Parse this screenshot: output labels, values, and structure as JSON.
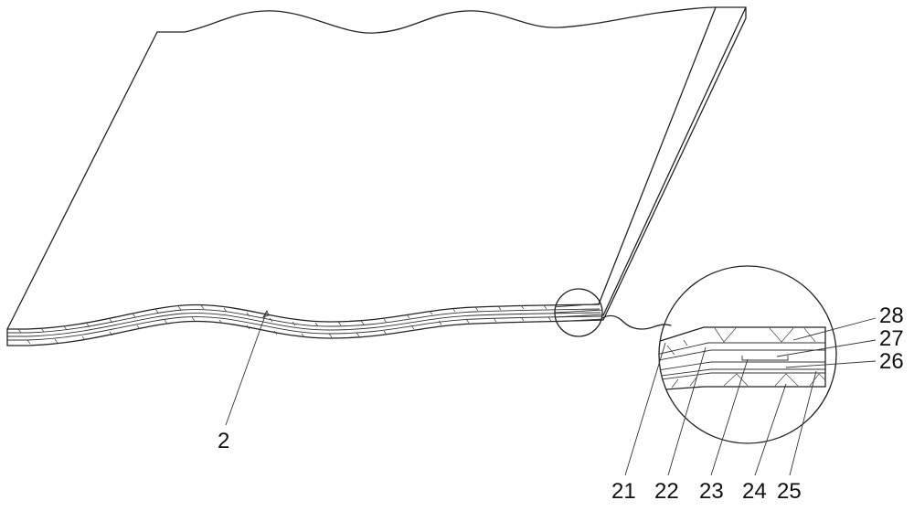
{
  "figure": {
    "main_label": "2",
    "detail_labels": [
      "21",
      "22",
      "23",
      "24",
      "25",
      "26",
      "27",
      "28"
    ],
    "colors": {
      "line": "#222222",
      "background": "#ffffff"
    }
  }
}
